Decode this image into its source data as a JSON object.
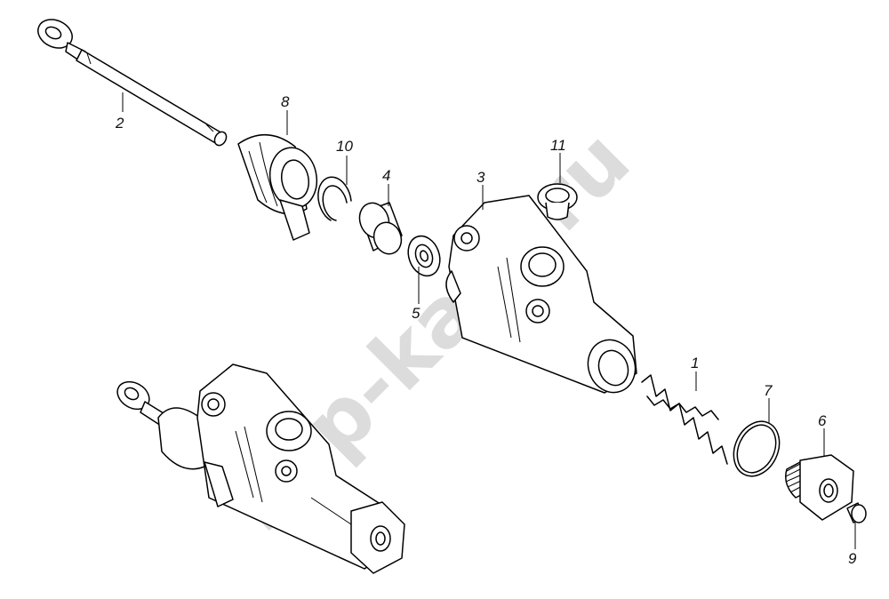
{
  "watermark": "zap-kam.ru",
  "callouts": [
    {
      "id": "2",
      "text": "2"
    },
    {
      "id": "8",
      "text": "8"
    },
    {
      "id": "10",
      "text": "10"
    },
    {
      "id": "4",
      "text": "4"
    },
    {
      "id": "5",
      "text": "5"
    },
    {
      "id": "3",
      "text": "3"
    },
    {
      "id": "11",
      "text": "11"
    },
    {
      "id": "1",
      "text": "1"
    },
    {
      "id": "7",
      "text": "7"
    },
    {
      "id": "6",
      "text": "6"
    },
    {
      "id": "9",
      "text": "9"
    }
  ]
}
